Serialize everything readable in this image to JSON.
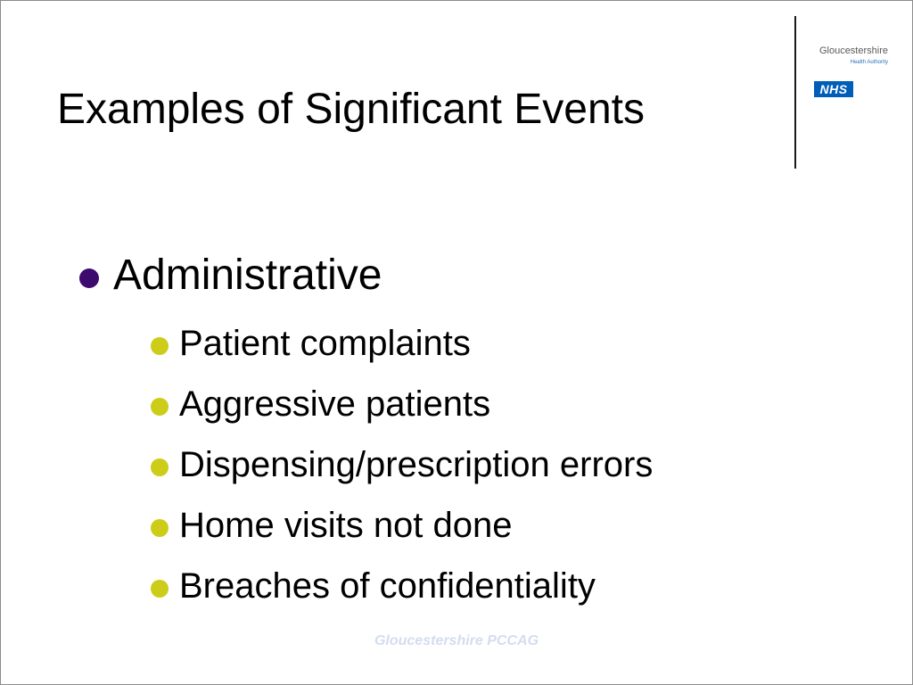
{
  "slide": {
    "title": "Examples of Significant Events",
    "logo": {
      "name": "Gloucestershire",
      "subtitle": "Health Authority",
      "badge": "NHS"
    },
    "main_bullet": "Administrative",
    "sub_bullets": [
      "Patient complaints",
      "Aggressive patients",
      "Dispensing/prescription errors",
      "Home visits not done",
      "Breaches of confidentiality"
    ],
    "footer": "Gloucestershire PCCAG"
  },
  "colors": {
    "main_bullet_dot": "#3d0a6e",
    "sub_bullet_dot": "#cccc19",
    "nhs_blue": "#005eb8",
    "footer_text": "#d4dcef"
  }
}
